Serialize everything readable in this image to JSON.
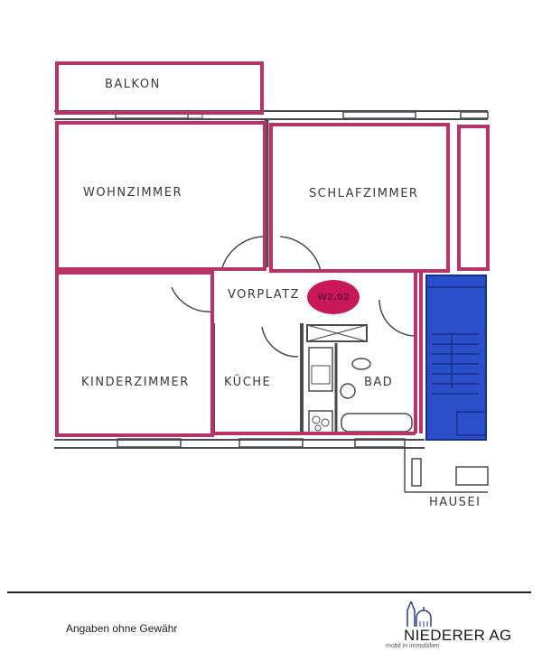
{
  "plan": {
    "rooms": {
      "balkon": "BALKON",
      "wohnzimmer": "WOHNZIMMER",
      "schlafzimmer": "SCHLAFZIMMER",
      "vorplatz": "VORPLATZ",
      "kinderzimmer": "KINDERZIMMER",
      "kueche": "KÜCHE",
      "bad": "BAD",
      "hauseingang_partial": "HAUSEI"
    },
    "unit_badge": "W2.02",
    "colors": {
      "apartment_outline": "#b8336a",
      "staircase": "#2a4fc9",
      "walls": "#4a4a4a",
      "unit_badge": "#c8185a"
    }
  },
  "footer": {
    "disclaimer": "Angaben ohne Gewähr",
    "logo": {
      "name": "NIEDERER AG",
      "tagline": "mobil in immobilien"
    }
  }
}
